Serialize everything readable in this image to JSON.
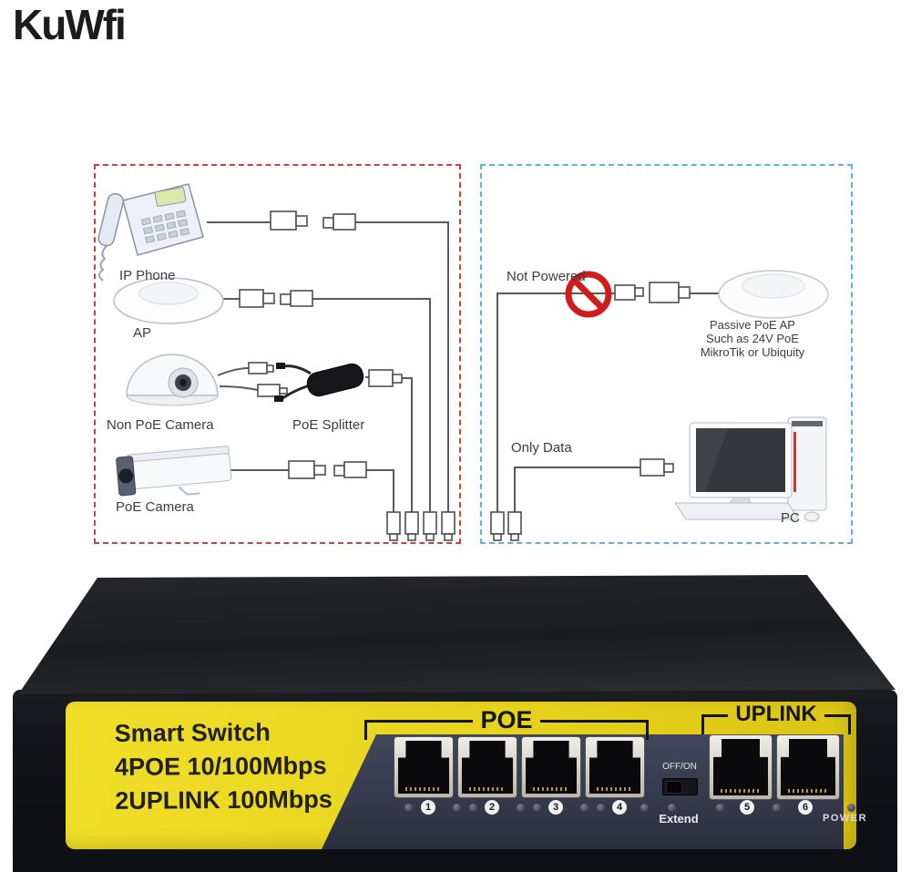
{
  "logo_text": "KuWfi",
  "diagram": {
    "powered_group": {
      "border_color": "#c9433c",
      "labels": {
        "ip_phone": "IP Phone",
        "ap": "AP",
        "non_poe_camera": "Non PoE Camera",
        "poe_splitter": "PoE Splitter",
        "poe_camera": "PoE Camera"
      }
    },
    "not_powered_group": {
      "border_color": "#57b7d9",
      "prohibition_color": "#cf1d1d",
      "not_powered": "Not Powered",
      "passive_ap_line1": "Passive PoE AP",
      "passive_ap_line2": "Such as 24V PoE",
      "passive_ap_line3": "MikroTik or Ubiquity",
      "only_data": "Only Data",
      "pc": "PC"
    }
  },
  "switch_device": {
    "front_label_line1": "Smart Switch",
    "front_label_line2": "4POE 10/100Mbps",
    "front_label_line3": "2UPLINK 100Mbps",
    "poe_group_label": "POE",
    "uplink_group_label": "UPLINK",
    "power_toggle_label": "OFF/ON",
    "extend_label": "Extend",
    "power_led_label": "POWER",
    "poe_ports": [
      "1",
      "2",
      "3",
      "4"
    ],
    "uplink_ports": [
      "5",
      "6"
    ],
    "label_color": "#e8d41e",
    "panel_color": "#373b4c"
  }
}
